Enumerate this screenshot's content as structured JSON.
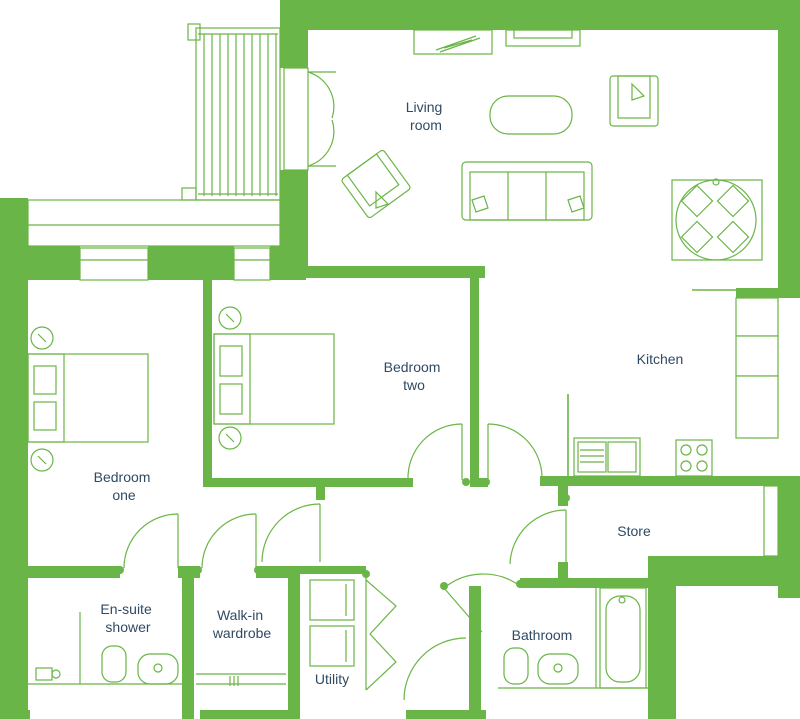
{
  "plan": {
    "colors": {
      "wall": "#6ab547",
      "label": "#2f4a63",
      "background": "#ffffff"
    },
    "rooms": {
      "living_room": [
        "Living",
        "room"
      ],
      "kitchen": [
        "Kitchen"
      ],
      "bedroom_two": [
        "Bedroom",
        "two"
      ],
      "bedroom_one": [
        "Bedroom",
        "one"
      ],
      "store": [
        "Store"
      ],
      "ensuite": [
        "En-suite",
        "shower"
      ],
      "walkin": [
        "Walk-in",
        "wardrobe"
      ],
      "bathroom": [
        "Bathroom"
      ],
      "utility": [
        "Utility"
      ]
    }
  }
}
